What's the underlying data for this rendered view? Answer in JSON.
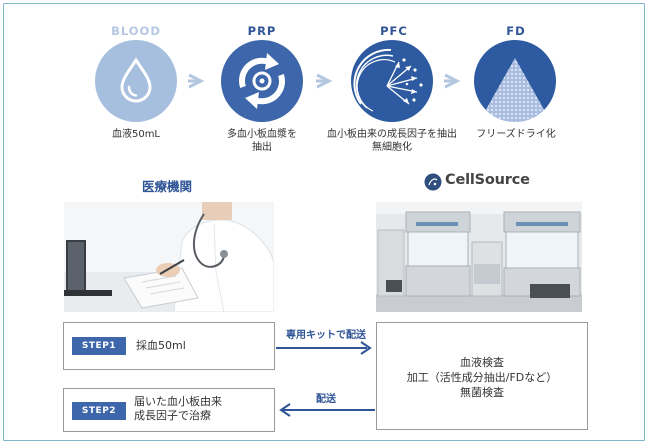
{
  "stages": [
    {
      "label": "BLOOD",
      "caption_lines": [
        "血液50mL"
      ],
      "icon": "blood-drop-icon",
      "label_color": "#b5c8e2",
      "circle_color": "#a6bfdf"
    },
    {
      "label": "PRP",
      "caption_lines": [
        "多血小板血漿を",
        "抽出"
      ],
      "icon": "rotation-icon",
      "label_color": "#2f5597",
      "circle_color": "#3d67aa"
    },
    {
      "label": "PFC",
      "caption_lines": [
        "血小板由来の成長因子を抽出",
        "無細胞化"
      ],
      "icon": "cell-extraction-icon",
      "label_color": "#2f5597",
      "circle_color": "#2d5aa0"
    },
    {
      "label": "FD",
      "caption_lines": [
        "フリーズドライ化"
      ],
      "icon": "freeze-dry-icon",
      "label_color": "#2f5597",
      "circle_color": "#2d5aa0"
    }
  ],
  "sections": {
    "clinic_title": "医療機関",
    "cellsource_logo_text": "CellSource"
  },
  "steps": {
    "step1": {
      "badge": "STEP1",
      "text": "採血50ml"
    },
    "step2": {
      "badge": "STEP2",
      "lines": [
        "届いた血小板由来",
        "成長因子で治療"
      ]
    }
  },
  "process_box": {
    "lines": [
      "血液検査",
      "加工（活性成分抽出/FDなど）",
      "無菌検査"
    ]
  },
  "connectors": {
    "forward_label": "専用キットで配送",
    "back_label": "配送"
  },
  "colors": {
    "accent": "#2f5597",
    "badge": "#3d67aa",
    "arrow_light": "#b3c7e0",
    "frame": "#7fb6c9"
  }
}
